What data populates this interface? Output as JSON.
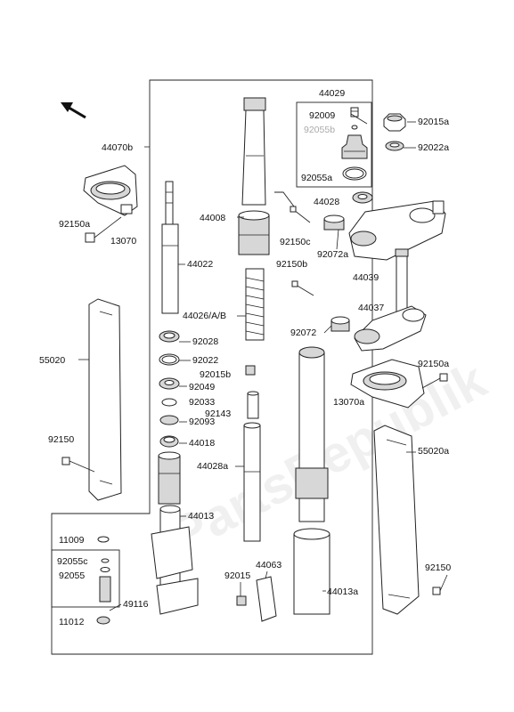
{
  "watermark": "PartsRepublik",
  "labels": {
    "p44029": "44029",
    "p92009": "92009",
    "p92055b": "92055b",
    "p92055a": "92055a",
    "p44028": "44028",
    "p92015a": "92015a",
    "p92022a": "92022a",
    "p44070b": "44070b",
    "p92150a_l": "92150a",
    "p13070": "13070",
    "p44008": "44008",
    "p44022": "44022",
    "p44026": "44026/A/B",
    "p92150c": "92150c",
    "p92072a": "92072a",
    "p92150b": "92150b",
    "p44039": "44039",
    "p44037": "44037",
    "p92072": "92072",
    "p92028": "92028",
    "p92022": "92022",
    "p92015b": "92015b",
    "p92049": "92049",
    "p92033": "92033",
    "p92143": "92143",
    "p92093": "92093",
    "p44018": "44018",
    "p55020": "55020",
    "p92150a_r": "92150a",
    "p13070a": "13070a",
    "p92150_l": "92150",
    "p44028a": "44028a",
    "p55020a": "55020a",
    "p44013": "44013",
    "p11009": "11009",
    "p92055c": "92055c",
    "p92055": "92055",
    "p49116": "49116",
    "p11012": "11012",
    "p92015": "92015",
    "p44063": "44063",
    "p44013a": "44013a",
    "p92150_r": "92150"
  }
}
